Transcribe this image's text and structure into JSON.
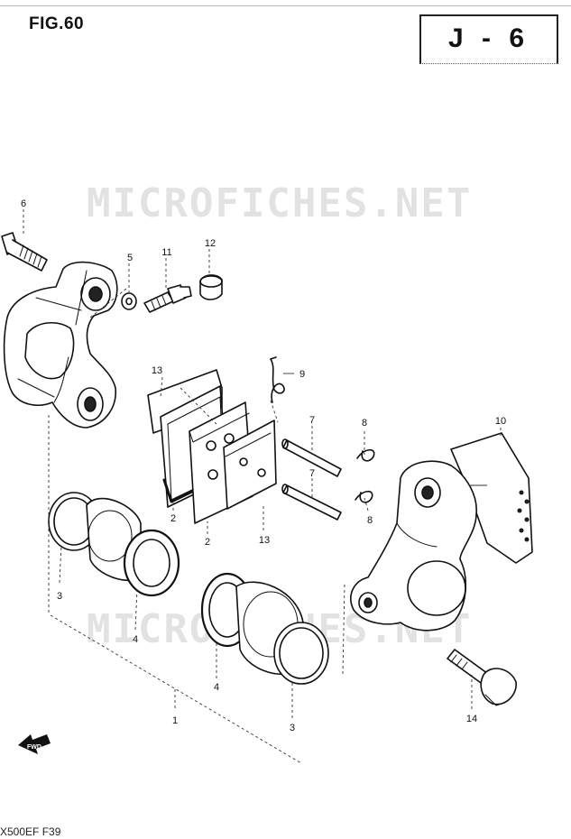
{
  "header": {
    "fig_label": "FIG.60",
    "section_code": "J - 6"
  },
  "watermark": {
    "text": "MICROFICHES.NET"
  },
  "fwd_label": "FWD",
  "footer": {
    "page_ref": "X500EF  F39"
  },
  "callouts": [
    {
      "id": "c6",
      "text": "6"
    },
    {
      "id": "c5",
      "text": "5"
    },
    {
      "id": "c11",
      "text": "11"
    },
    {
      "id": "c12",
      "text": "12"
    },
    {
      "id": "c13a",
      "text": "13"
    },
    {
      "id": "c9",
      "text": "9"
    },
    {
      "id": "c7a",
      "text": "7"
    },
    {
      "id": "c8a",
      "text": "8"
    },
    {
      "id": "c10",
      "text": "10"
    },
    {
      "id": "c7b",
      "text": "7"
    },
    {
      "id": "c8b",
      "text": "8"
    },
    {
      "id": "c2a",
      "text": "2"
    },
    {
      "id": "c2b",
      "text": "2"
    },
    {
      "id": "c13b",
      "text": "13"
    },
    {
      "id": "c3a",
      "text": "3"
    },
    {
      "id": "c4a",
      "text": "4"
    },
    {
      "id": "c4b",
      "text": "4"
    },
    {
      "id": "c1",
      "text": "1"
    },
    {
      "id": "c3b",
      "text": "3"
    },
    {
      "id": "c14",
      "text": "14"
    }
  ]
}
